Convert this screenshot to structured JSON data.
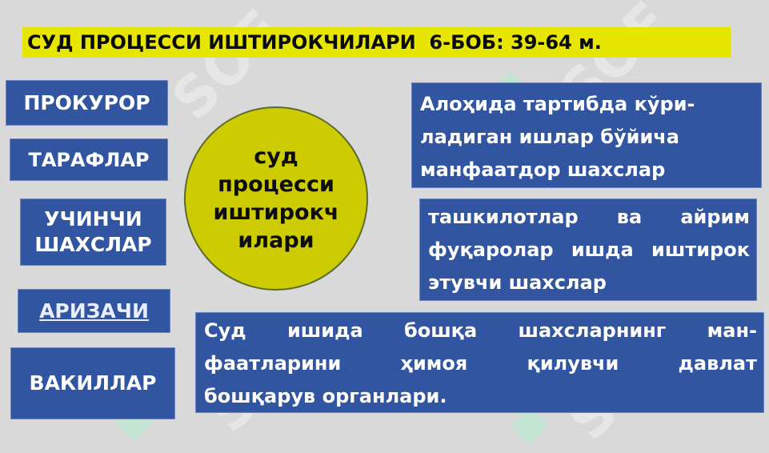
{
  "title": "СУД ПРОЦЕССИ ИШТИРОКЧИЛАРИ  6-БОБ: 39-64 м.",
  "left_items": [
    {
      "label": "ПРОКУРОР"
    },
    {
      "label": "ТАРАФЛАР"
    },
    {
      "label_lines": [
        "УЧИНЧИ",
        "ШАХСЛАР"
      ]
    },
    {
      "label": "АРИЗАЧИ"
    },
    {
      "label": "ВАКИЛЛАР"
    }
  ],
  "center_circle": {
    "lines": [
      "суд",
      "процесси",
      "иштирокч",
      "илари"
    ]
  },
  "right_boxes": [
    {
      "lines": [
        "Алоҳида тартибда кўри-",
        "ладиган ишлар бўйича",
        "манфаатдор шахслар"
      ]
    },
    {
      "lines": [
        "ташкилотлар ва айрим",
        "фуқаролар ишда иштирок",
        "этувчи шахслар"
      ]
    }
  ],
  "bottom_box": {
    "lines": [
      "Суд ишида бошқа шахсларнинг ман-",
      "фаатларини ҳимоя қилувчи давлат",
      "бошқарув органлари."
    ]
  },
  "watermark_text": "SOF",
  "colors": {
    "box_blue": "#3155a0",
    "title_yellow": "#e6e600",
    "circle_yellow": "#cccc00",
    "background": "#d9d9d9"
  }
}
